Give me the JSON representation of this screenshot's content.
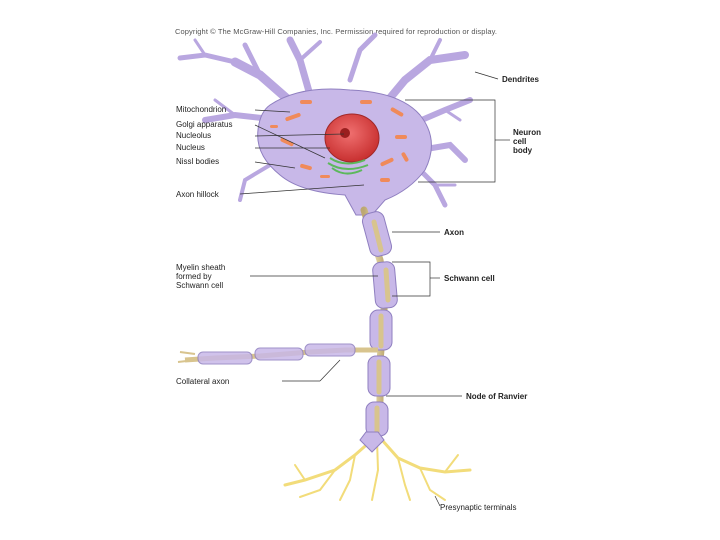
{
  "copyright": "Copyright © The McGraw-Hill Companies, Inc. Permission required for reproduction or display.",
  "labels_left": {
    "mitochondrion": "Mitochondrion",
    "golgi": "Golgi apparatus",
    "nucleolus": "Nucleolus",
    "nucleus": "Nucleus",
    "nissl": "Nissl bodies",
    "axon_hillock": "Axon hillock",
    "myelin_1": "Myelin sheath",
    "myelin_2": "formed by",
    "myelin_3": "Schwann cell",
    "collateral": "Collateral axon"
  },
  "labels_right": {
    "dendrites": "Dendrites",
    "cell_body_1": "Neuron",
    "cell_body_2": "cell",
    "cell_body_3": "body",
    "axon": "Axon",
    "schwann": "Schwann cell",
    "node": "Node of Ranvier",
    "terminals": "Presynaptic terminals"
  },
  "colors": {
    "cell_fill": "#c8b8e8",
    "cell_stroke": "#8f7fc0",
    "nucleus": "#e04848",
    "organelle": "#f08a5a",
    "golgi": "#5cb85c",
    "axon": "#cbb98a",
    "terminal": "#f2dc7a"
  }
}
